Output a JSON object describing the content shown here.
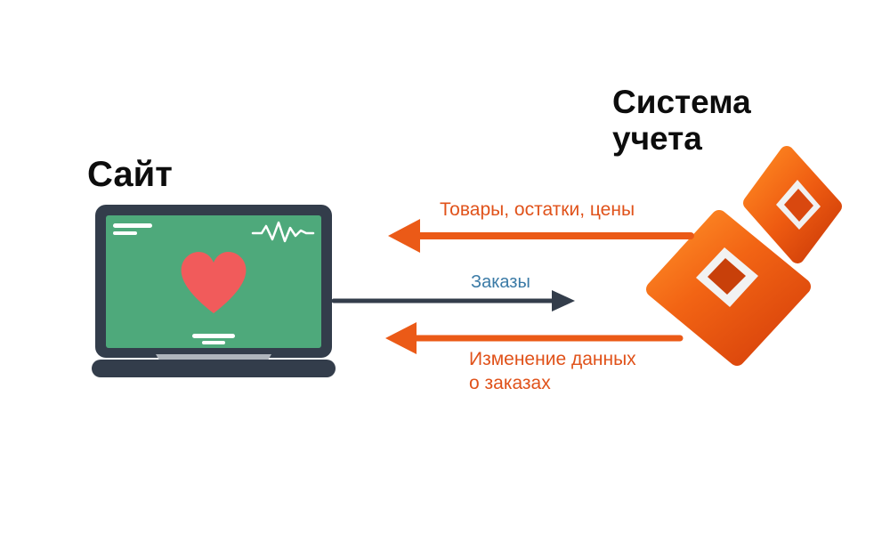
{
  "titles": {
    "site": "Сайт",
    "system": "Система учета"
  },
  "arrows": {
    "products": {
      "label": "Товары, остатки, цены",
      "direction": "right-to-left"
    },
    "orders": {
      "label": "Заказы",
      "direction": "left-to-right"
    },
    "order_changes": {
      "label": "Изменение данных\nо заказах",
      "direction": "right-to-left"
    }
  },
  "colors": {
    "orange": "#EB5A17",
    "dark": "#333D4B",
    "blue": "#3A7AA6",
    "screen_green": "#4EA97B",
    "heart_red": "#F15B5B",
    "hinge_gray": "#AFB5BC",
    "white": "#FFFFFF"
  }
}
